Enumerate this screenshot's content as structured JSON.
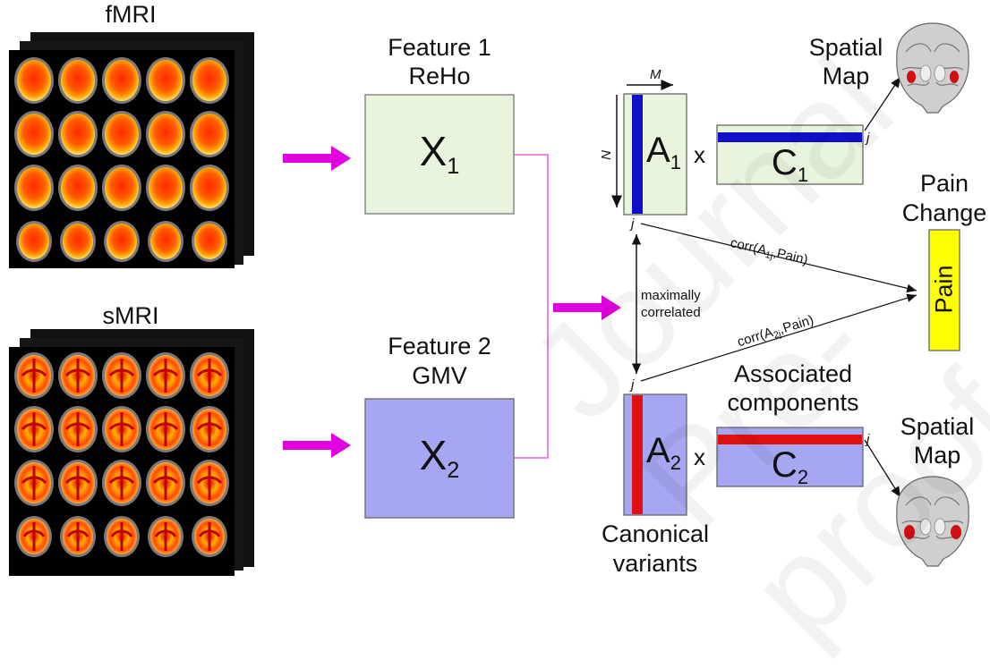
{
  "fmri": {
    "label": "fMRI"
  },
  "smri": {
    "label": "sMRI"
  },
  "feature1": {
    "line1": "Feature 1",
    "line2": "ReHo",
    "matrix": "X",
    "sub": "1"
  },
  "feature2": {
    "line1": "Feature 2",
    "line2": "GMV",
    "matrix": "X",
    "sub": "2"
  },
  "a1": {
    "label": "A",
    "sub": "1"
  },
  "a2": {
    "label": "A",
    "sub": "2"
  },
  "c1": {
    "label": "C",
    "sub": "1"
  },
  "c2": {
    "label": "C",
    "sub": "2"
  },
  "times": "x",
  "dims": {
    "m": "M",
    "n": "N"
  },
  "index_j": "j",
  "maximally": {
    "line1": "maximally",
    "line2": "correlated"
  },
  "corr1": {
    "pre": "corr(A",
    "sub": "1j",
    "post": ",Pain)"
  },
  "corr2": {
    "pre": "corr(A",
    "sub": "2j",
    "post": ",Pain)"
  },
  "pain_change": {
    "line1": "Pain",
    "line2": "Change"
  },
  "pain_box": "Pain",
  "spatial_map_top": {
    "line1": "Spatial",
    "line2": "Map"
  },
  "spatial_map_bottom": {
    "line1": "Spatial",
    "line2": "Map"
  },
  "associated": {
    "line1": "Associated",
    "line2": "components"
  },
  "canonical": {
    "line1": "Canonical",
    "line2": "variants"
  },
  "watermark": "Journal Pre-proof",
  "colors": {
    "arrow_magenta": "#e000e0",
    "feature1_fill": "#e8f5dc",
    "feature2_fill": "#a6a6f2",
    "blue_bar": "#1010c8",
    "red_bar": "#e01010",
    "pain_fill": "#ffff00",
    "brain_hot": "#ff3a00"
  }
}
